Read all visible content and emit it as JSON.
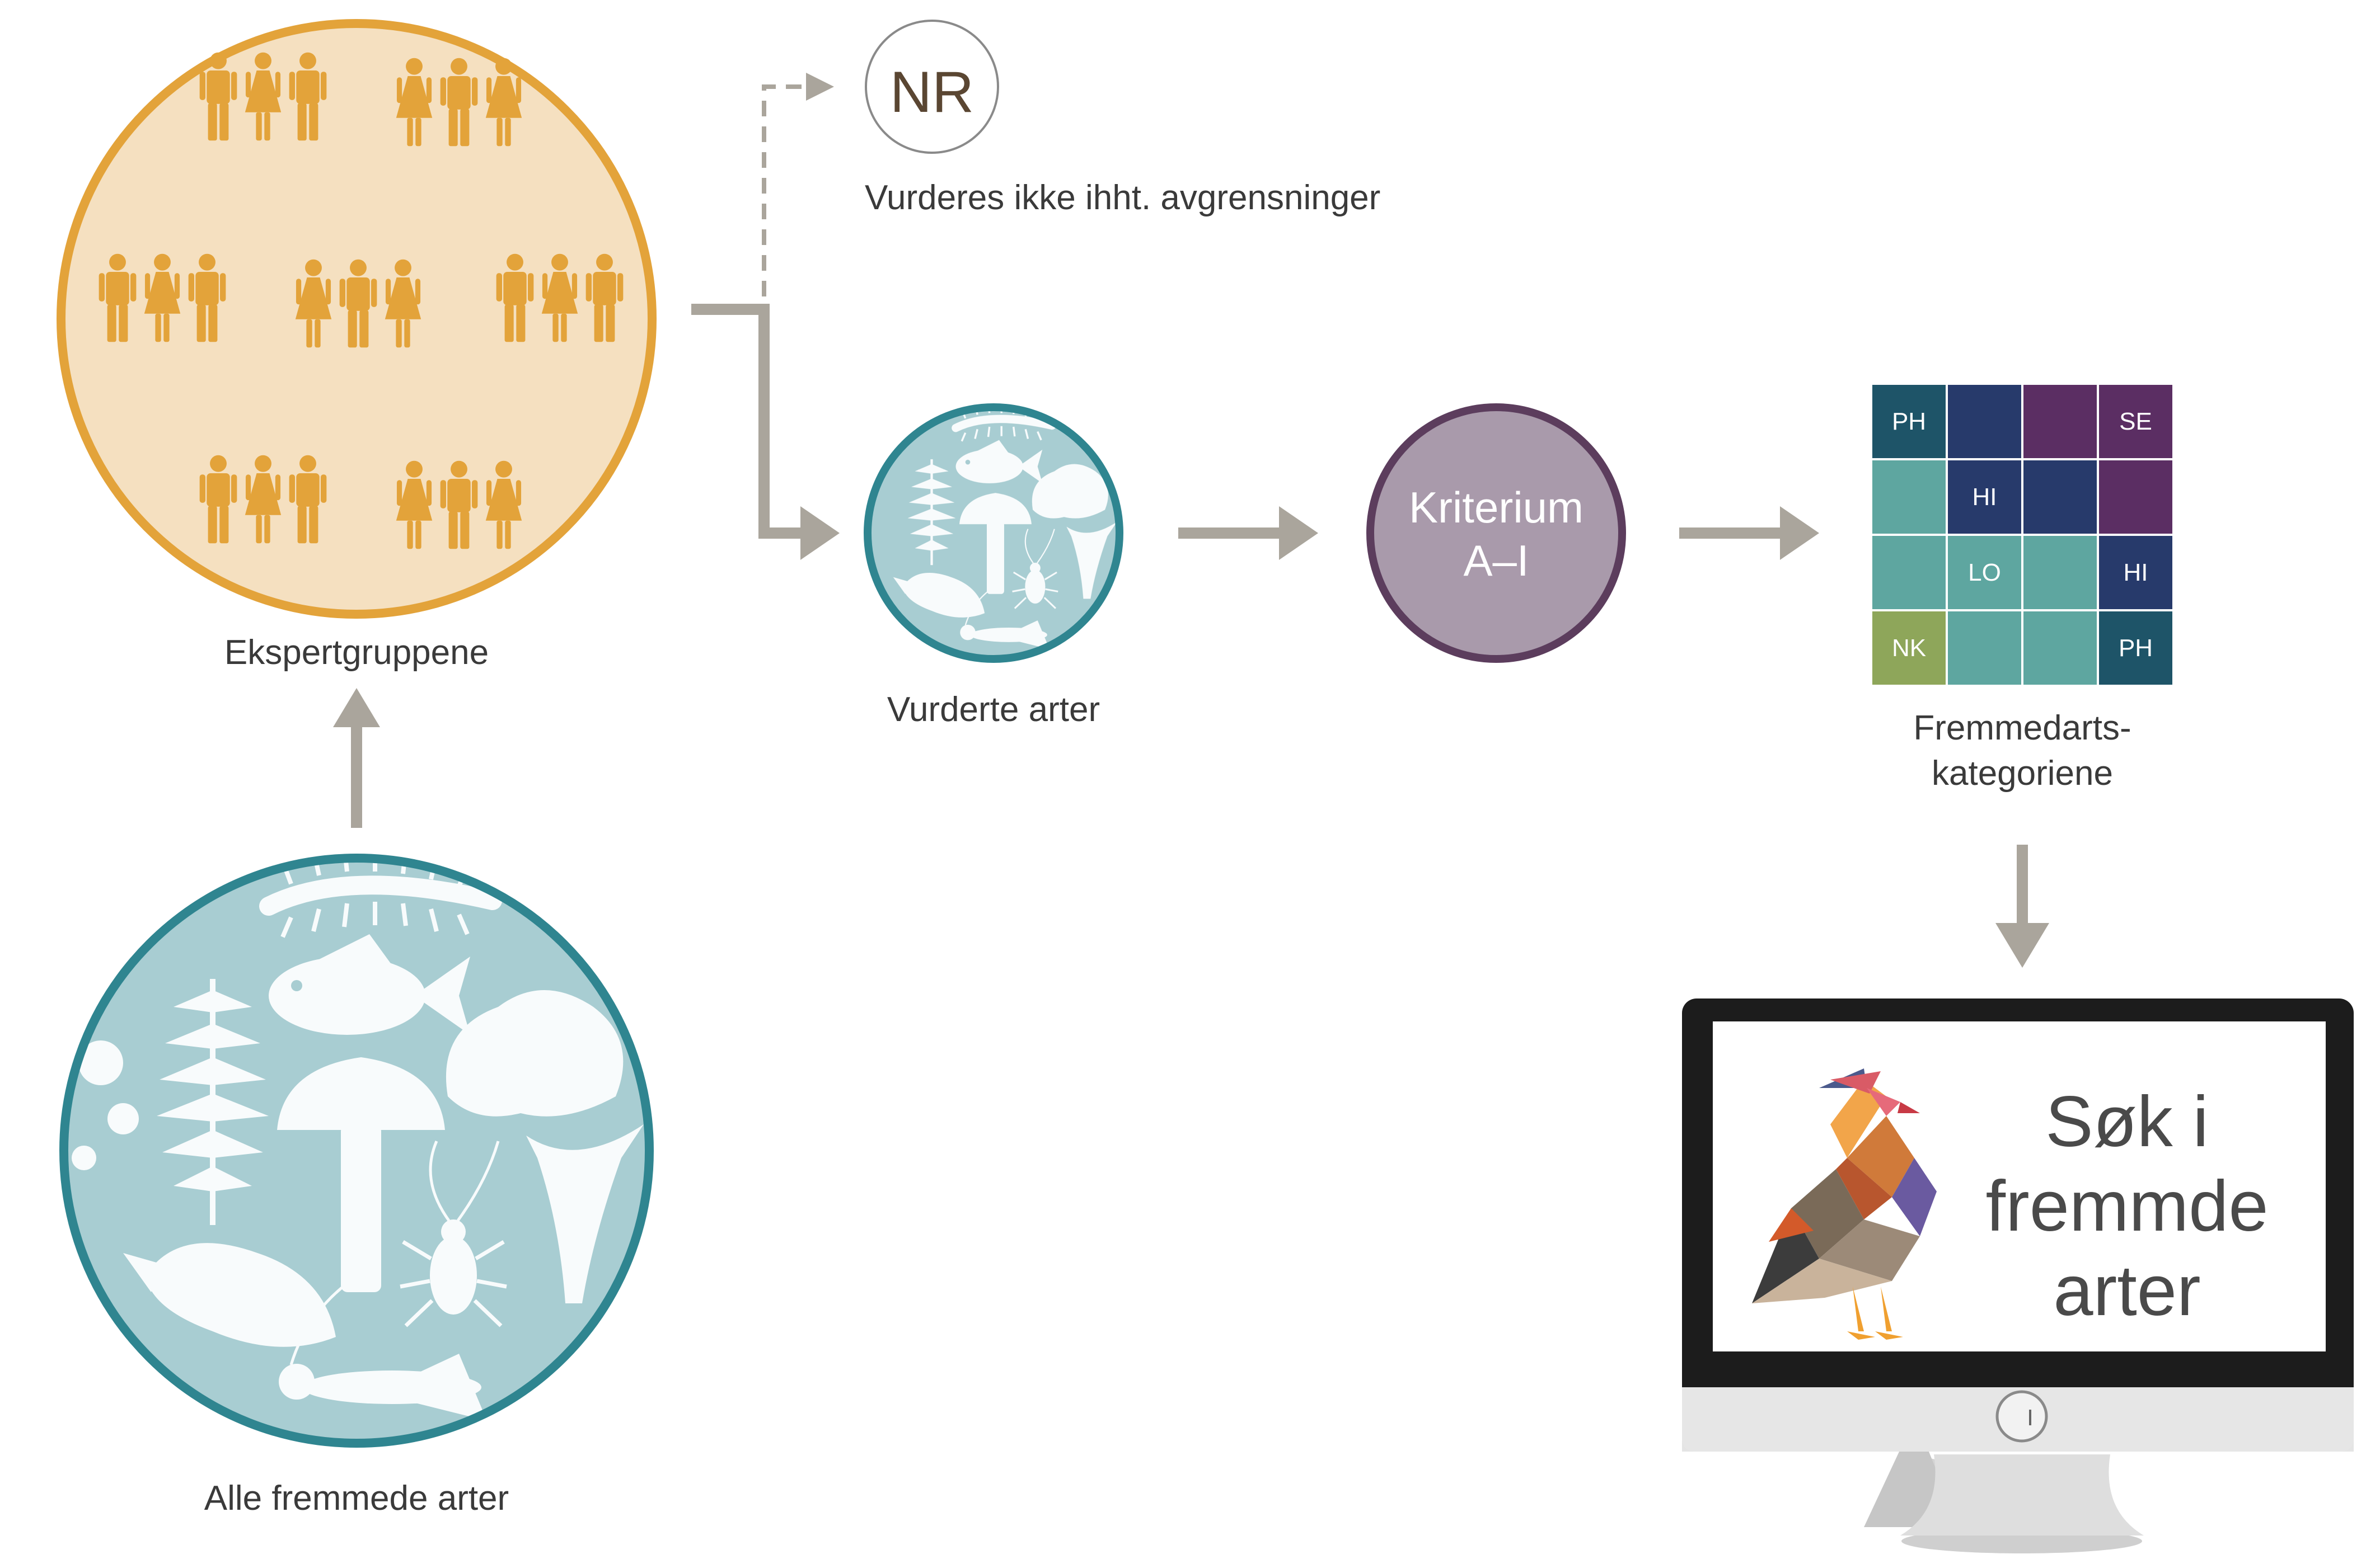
{
  "labels": {
    "expert_groups": "Ekspertgruppene",
    "all_species": "Alle fremmede arter",
    "assessed_species": "Vurderte arter",
    "not_assessed": "Vurderes ikke ihht. avgrensninger",
    "nr_badge": "NR",
    "criteria_line1": "Kriterium",
    "criteria_line2": "A–I",
    "categories_line1": "Fremmedarts-",
    "categories_line2": "kategoriene",
    "search_line1": "Søk i",
    "search_line2": "fremmde",
    "search_line3": "arter"
  },
  "category_grid": [
    {
      "text": "PH",
      "color": "#1e5468"
    },
    {
      "text": "",
      "color": "#273a6b"
    },
    {
      "text": "",
      "color": "#5b2e63"
    },
    {
      "text": "SE",
      "color": "#5b2e63"
    },
    {
      "text": "",
      "color": "#5ea6a0"
    },
    {
      "text": "HI",
      "color": "#273a6b"
    },
    {
      "text": "",
      "color": "#273a6b"
    },
    {
      "text": "",
      "color": "#5b2e63"
    },
    {
      "text": "",
      "color": "#5ea6a0"
    },
    {
      "text": "LO",
      "color": "#5ea6a0"
    },
    {
      "text": "",
      "color": "#5ea6a0"
    },
    {
      "text": "HI",
      "color": "#273a6b"
    },
    {
      "text": "NK",
      "color": "#8ea65a"
    },
    {
      "text": "",
      "color": "#5ea6a0"
    },
    {
      "text": "",
      "color": "#5ea6a0"
    },
    {
      "text": "PH",
      "color": "#1e5468"
    }
  ],
  "colors": {
    "expert_fill": "#f5e0c0",
    "expert_ring": "#e3a33a",
    "person": "#e3a33a",
    "species_fill": "#a8cdd2",
    "species_ring": "#2f8590",
    "criteria_fill": "#a99aab",
    "criteria_ring": "#5c3d5d",
    "arrow": "#aaa59c"
  }
}
